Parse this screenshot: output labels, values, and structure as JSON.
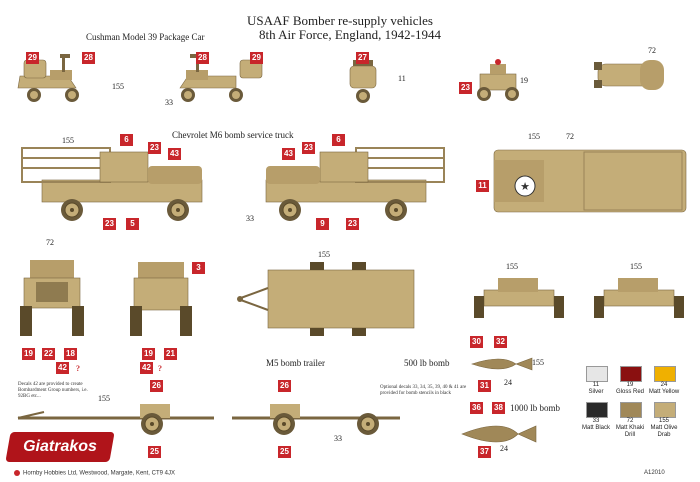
{
  "title": {
    "line1": "USAAF Bomber re-supply vehicles",
    "line2": "8th Air Force, England, 1942-1944"
  },
  "section_labels": {
    "cushman": "Cushman Model 39 Package Car",
    "chevrolet": "Chevrolet M6 bomb service truck",
    "m5": "M5 bomb trailer",
    "bomb500": "500 lb bomb",
    "bomb1000": "1000 lb bomb"
  },
  "notes": {
    "decals42": "Decals 42 are provided to create Bombardment Group numbers, i.e. 92BG etc...",
    "optional": "Optional decals 33, 34, 35, 39, 40 & 41 are provided for bomb stencils in black"
  },
  "decal_tags": {
    "c_l1": "29",
    "c_l2": "28",
    "c_r1": "28",
    "c_r2": "29",
    "c_f": "27",
    "c_b": "23",
    "t_l1": "6",
    "t_l2": "23",
    "t_l3": "43",
    "t_l4": "23",
    "t_l5": "5",
    "t_r1": "6",
    "t_r2": "43",
    "t_r3": "23",
    "t_r4": "9",
    "t_r5": "23",
    "t_top": "11",
    "f1": "19",
    "f2": "22",
    "f3": "18",
    "f4": "42",
    "b1": "3",
    "b2": "19",
    "b3": "21",
    "b4": "42",
    "m1": "26",
    "m2": "25",
    "m3": "26",
    "m4": "25",
    "bb1": "30",
    "bb2": "32",
    "bb3": "31",
    "bc1": "36",
    "bc2": "38",
    "bc3": "37"
  },
  "callouts": {
    "c155": "155",
    "c33": "33",
    "c11": "11",
    "c19": "19",
    "c72": "72",
    "t155": "155",
    "t33": "33",
    "ttop155": "155",
    "ttop72": "72",
    "f72": "72",
    "trailer155": "155",
    "r155a": "155",
    "r155b": "155",
    "m155": "155",
    "m33": "33",
    "b155": "155",
    "b24a": "24",
    "b24b": "24",
    "q1": "?",
    "q2": "?"
  },
  "swatches": [
    {
      "num": "11",
      "name": "Silver",
      "color": "#e6e6e6"
    },
    {
      "num": "19",
      "name": "Gloss Red",
      "color": "#8a1010"
    },
    {
      "num": "24",
      "name": "Matt Yellow",
      "color": "#f0b000"
    },
    {
      "num": "33",
      "name": "Matt Black",
      "color": "#2a2a2a"
    },
    {
      "num": "72",
      "name": "Matt Khaki Drill",
      "color": "#a08858"
    },
    {
      "num": "155",
      "name": "Matt Olive Drab",
      "color": "#c4ad78"
    }
  ],
  "logo_text": "Giatrakos",
  "footer": {
    "company": "Hornby Hobbies Ltd, Westwood, Margate, Kent, CT9 4JX",
    "code": "A12010"
  },
  "colors": {
    "vehicle": "#c4ad78",
    "vehicle_dark": "#8f7b50",
    "accent_red": "#c8262b"
  }
}
